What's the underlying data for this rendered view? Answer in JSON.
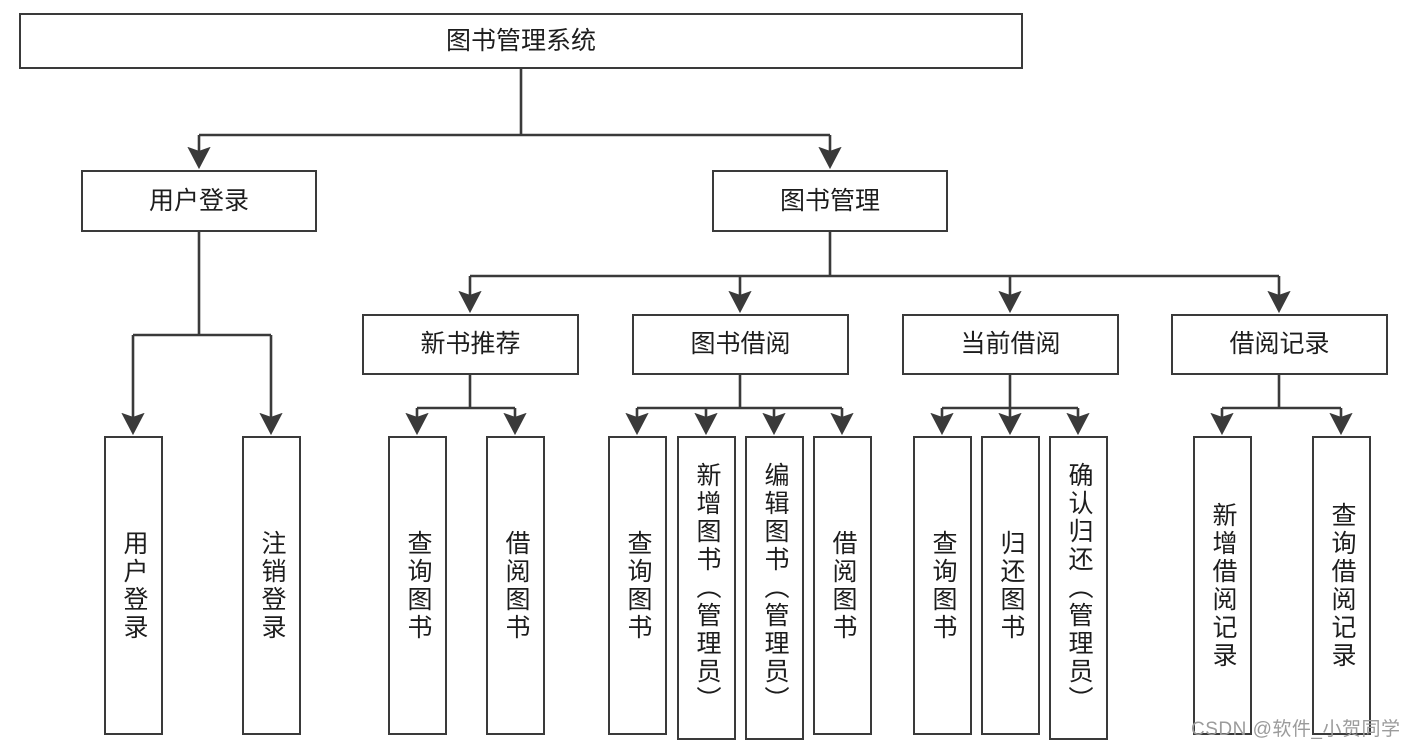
{
  "diagram": {
    "title": "图书管理系统",
    "type": "hierarchy-tree",
    "watermark": "CSDN @软件_小贺同学",
    "colors": {
      "stroke": "#3a3a3a",
      "fill": "#ffffff",
      "text": "#1d1d1d",
      "watermark": "#9b9b9b"
    },
    "levels": {
      "root": {
        "label": "图书管理系统"
      },
      "level2": [
        {
          "label": "用户登录"
        },
        {
          "label": "图书管理"
        }
      ],
      "level3": [
        {
          "label": "新书推荐"
        },
        {
          "label": "图书借阅"
        },
        {
          "label": "当前借阅"
        },
        {
          "label": "借阅记录"
        }
      ],
      "leaves": {
        "user_login": [
          {
            "label": "用户登录"
          },
          {
            "label": "注销登录"
          }
        ],
        "new_book_recommend": [
          {
            "label": "查询图书"
          },
          {
            "label": "借阅图书"
          }
        ],
        "book_borrow": [
          {
            "label": "查询图书"
          },
          {
            "label": "新增图书（管理员）"
          },
          {
            "label": "编辑图书（管理员）"
          },
          {
            "label": "借阅图书"
          }
        ],
        "current_borrow": [
          {
            "label": "查询图书"
          },
          {
            "label": "归还图书"
          },
          {
            "label": "确认归还（管理员）"
          }
        ],
        "borrow_records": [
          {
            "label": "新增借阅记录"
          },
          {
            "label": "查询借阅记录"
          }
        ]
      }
    }
  }
}
